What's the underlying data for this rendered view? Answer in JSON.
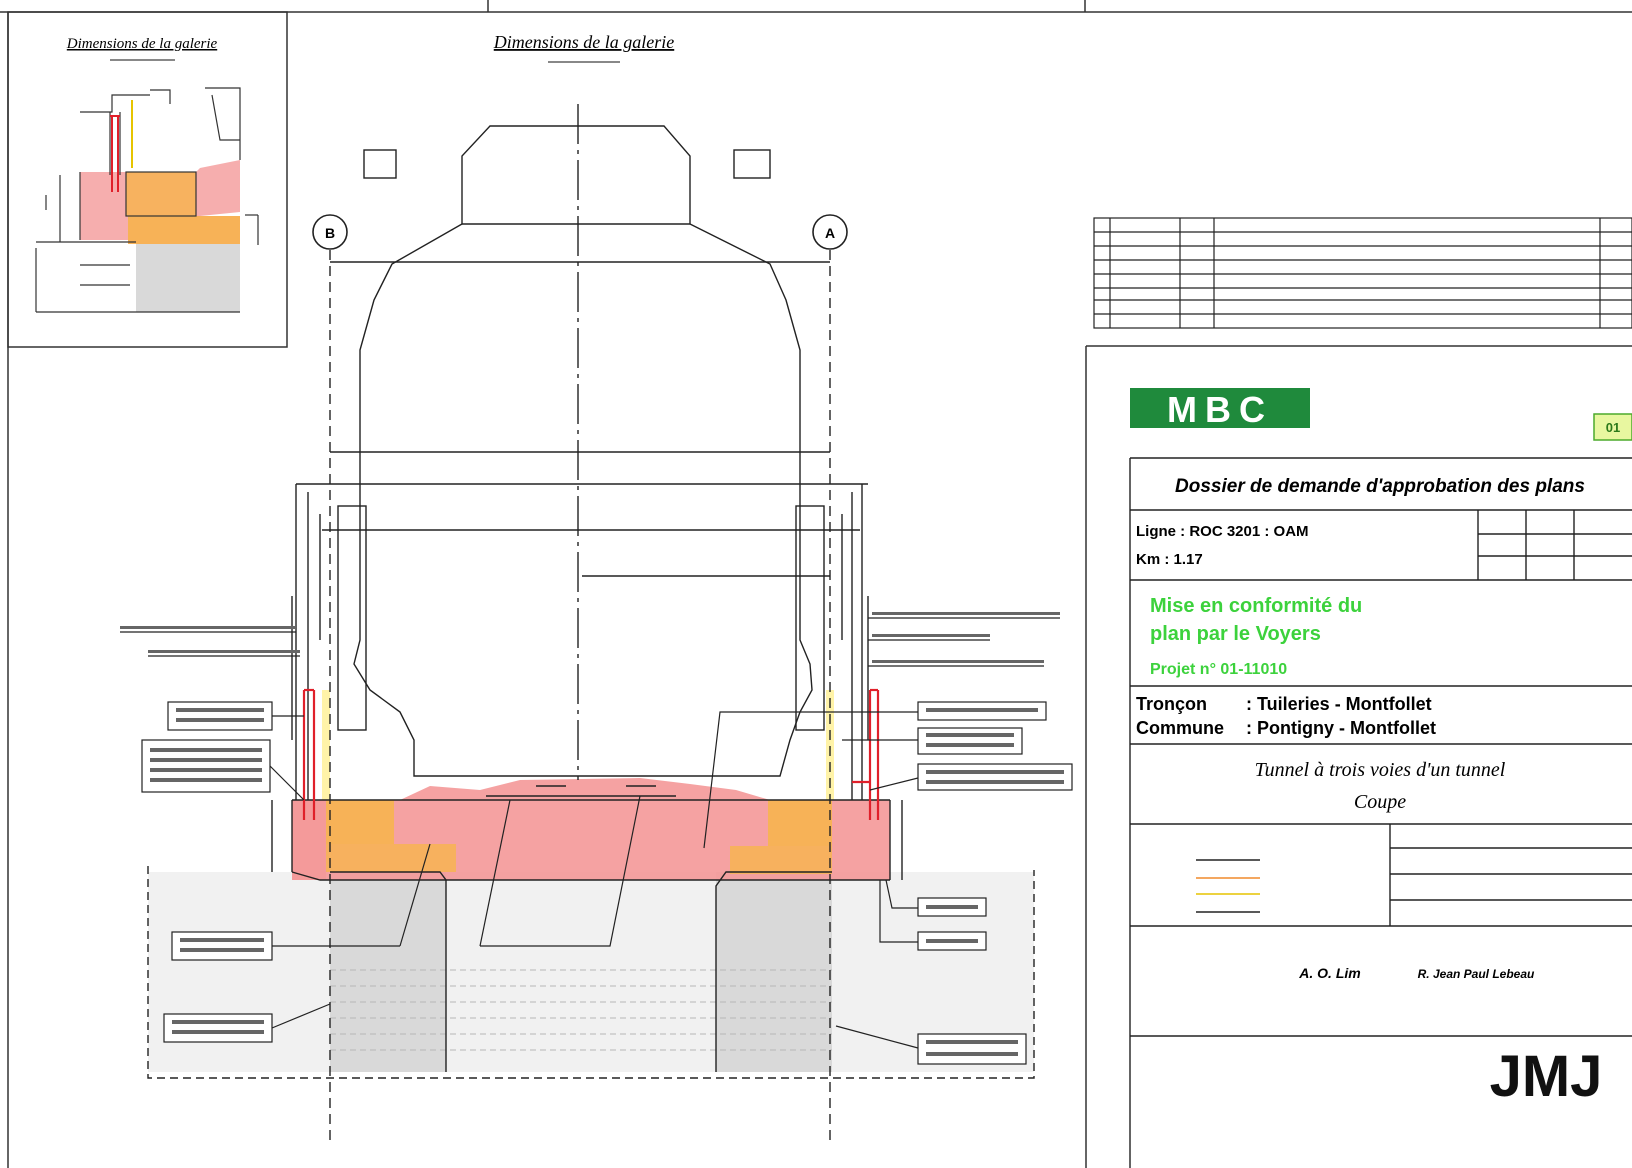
{
  "drawing": {
    "inset_title": "Dimensions de la galerie",
    "main_title": "Dimensions de la galerie",
    "axis_left": "B",
    "axis_right": "A"
  },
  "title_block": {
    "logo": "MBC",
    "stamp": "01",
    "heading": "Dossier de demande d'approbation des plans",
    "line1": "Ligne : ROC 3201 : OAM",
    "line2": "Km : 1.17",
    "highlight_line1": "Mise en conformité du",
    "highlight_line2": "plan par le Voyers",
    "highlight_line3": "Projet n° 01-11010",
    "troncon_label": "Tronçon",
    "troncon_value": ": Tuileries - Montfollet",
    "commune_label": "Commune",
    "commune_value": ": Pontigny - Montfollet",
    "subject_line1": "Tunnel à trois voies d'un tunnel",
    "subject_line2": "Coupe",
    "signature_left": "A. O. Lim",
    "signature_right": "R. Jean Paul Lebeau",
    "brand": "JMJ"
  },
  "colors": {
    "red_fill": "#f49a9a",
    "orange_fill": "#f7b257",
    "gray_fill": "#d9d9d9",
    "highlight_green": "#3cd23c",
    "logo_green": "#1f8a3c",
    "line": "#222222",
    "red_line": "#e0202a"
  }
}
